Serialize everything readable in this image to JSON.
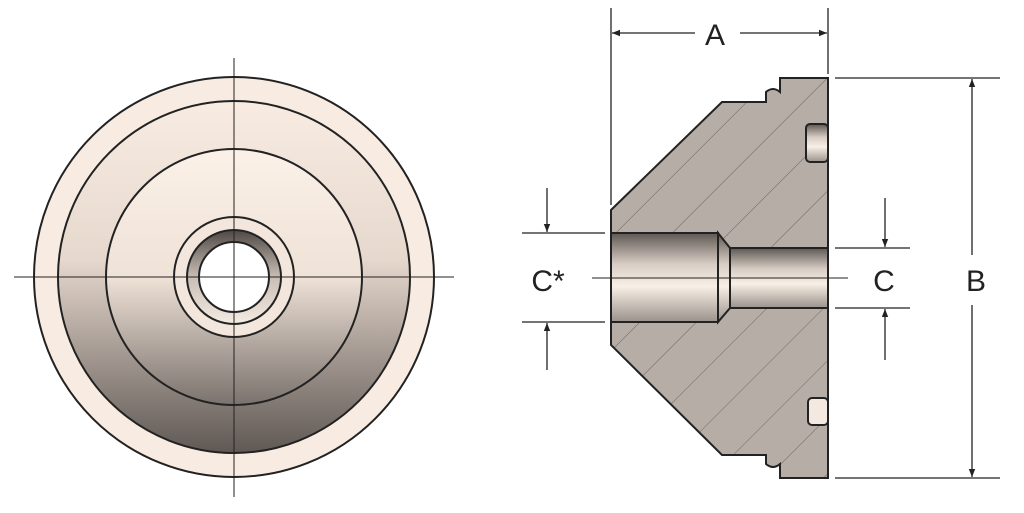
{
  "labels": {
    "a": "A",
    "b": "B",
    "c": "C",
    "c_star": "C*"
  },
  "colors": {
    "outline": "#222222",
    "section_fill": "#b5ada6",
    "face_light": "#f8ece2",
    "face_dark": "#6f6864"
  }
}
